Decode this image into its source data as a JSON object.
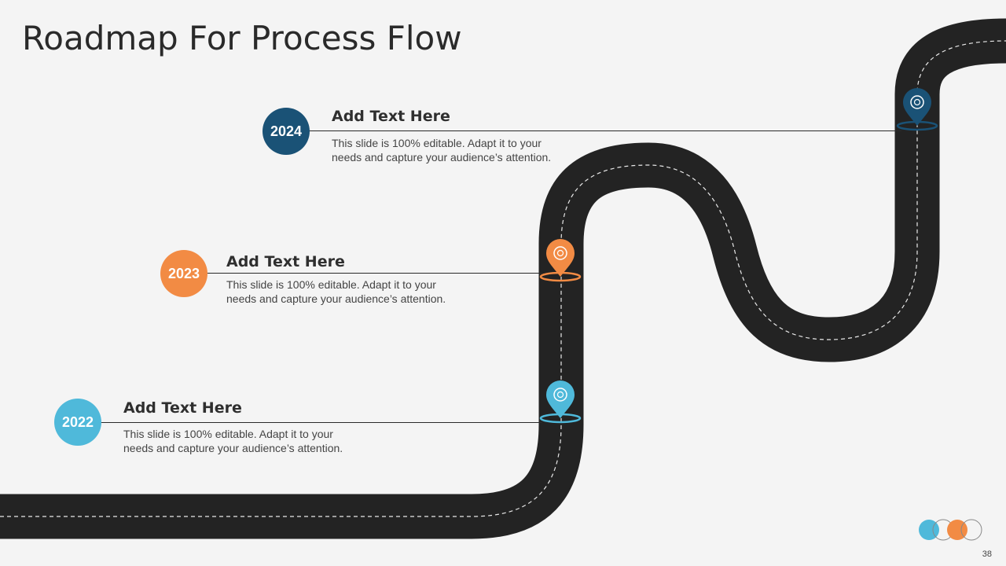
{
  "slide": {
    "title": "Roadmap For Process Flow",
    "page_number": "38"
  },
  "milestones": [
    {
      "year": "2024",
      "heading": "Add Text Here",
      "text": "This slide is 100% editable. Adapt it to your needs and capture your audience’s attention.",
      "color": "#1a5276"
    },
    {
      "year": "2023",
      "heading": "Add Text Here",
      "text": "This slide is 100% editable. Adapt it to your needs and capture your audience’s attention.",
      "color": "#f28b44"
    },
    {
      "year": "2022",
      "heading": "Add Text Here",
      "text": "This slide is 100% editable. Adapt it to your needs and capture your audience’s attention.",
      "color": "#4fb9da"
    }
  ],
  "colors": {
    "background": "#f4f4f4",
    "road": "#232323",
    "road_marking": "#e8e8e8"
  },
  "icons": {
    "pin": "location-pin-icon",
    "decor": "brand-circles-icon"
  }
}
